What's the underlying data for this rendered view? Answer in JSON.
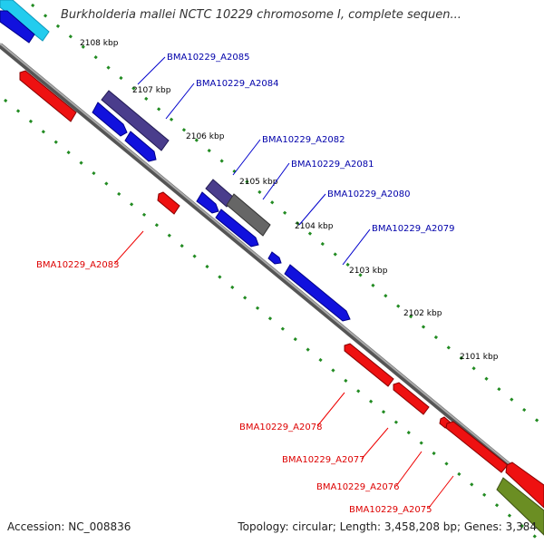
{
  "title": "Burkholderia mallei NCTC 10229 chromosome I, complete sequen...",
  "footer": {
    "accession": "Accession: NC_008836",
    "summary": "Topology: circular; Length: 3,458,208 bp; Genes: 3,384"
  },
  "colors": {
    "forward_gene": "#0000ee",
    "reverse_gene": "#ee0000",
    "backbone": "#888888",
    "ruler_dots": "#228b22",
    "tick_text": "#000000"
  },
  "ticks": [
    "2108 kbp",
    "2107 kbp",
    "2106 kbp",
    "2105 kbp",
    "2104 kbp",
    "2103 kbp",
    "2102 kbp",
    "2101 kbp"
  ],
  "forward_labels": [
    "BMA10229_A2085",
    "BMA10229_A2084",
    "BMA10229_A2082",
    "BMA10229_A2081",
    "BMA10229_A2080",
    "BMA10229_A2079"
  ],
  "reverse_labels": [
    "BMA10229_A2083",
    "BMA10229_A2078",
    "BMA10229_A2077",
    "BMA10229_A2076",
    "BMA10229_A2075"
  ]
}
